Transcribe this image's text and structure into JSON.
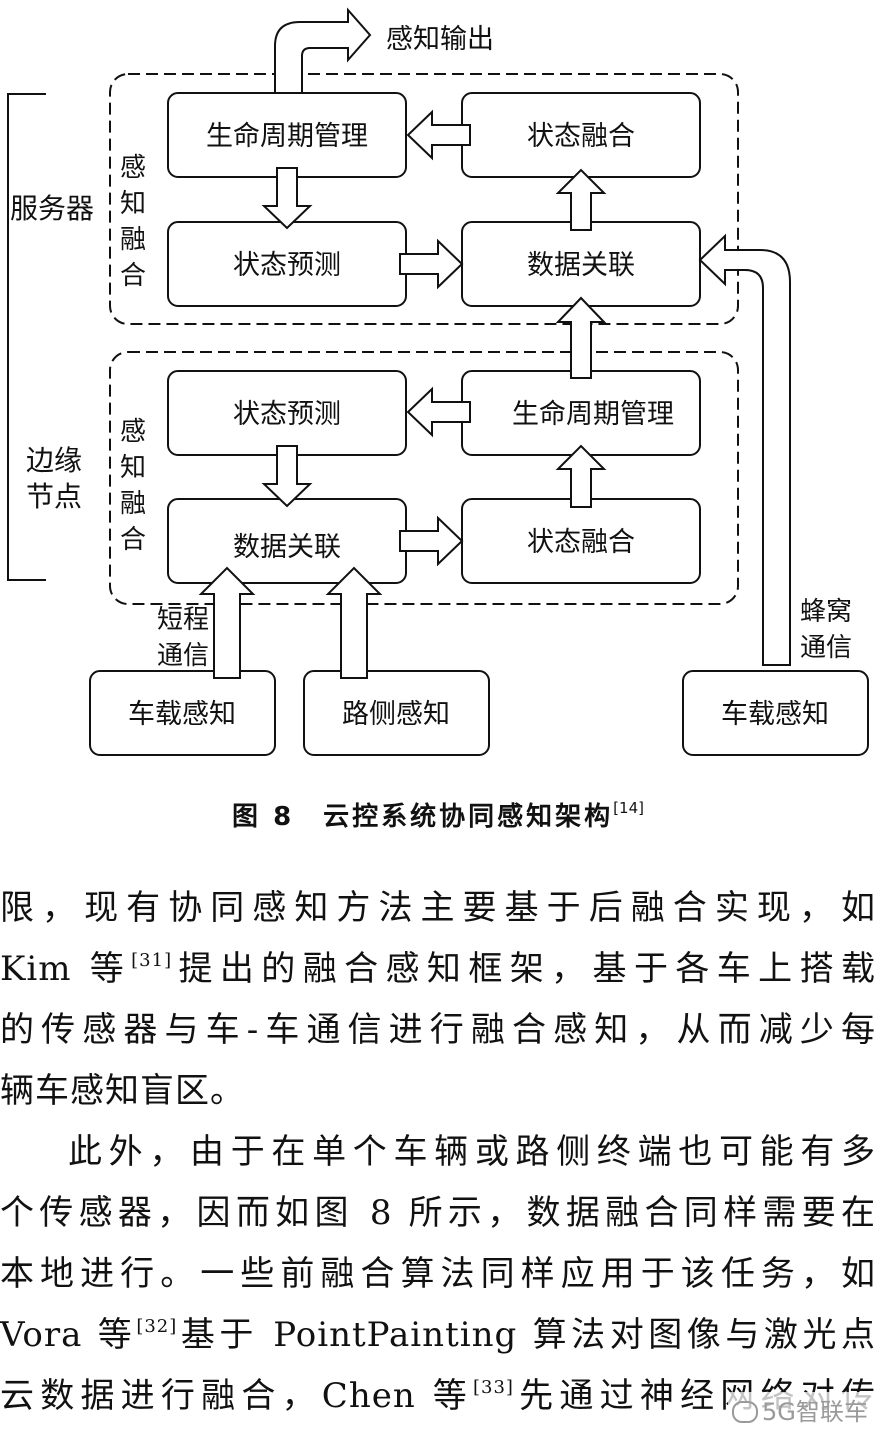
{
  "diagram": {
    "output_label": "感知输出",
    "server_label": "服务器",
    "edge_label": "边缘节点",
    "group_label": "感知融合",
    "server": {
      "lifecycle": "生命周期管理",
      "state_fusion": "状态融合",
      "state_predict": "状态预测",
      "data_assoc": "数据关联"
    },
    "edge": {
      "state_predict": "状态预测",
      "lifecycle": "生命周期管理",
      "data_assoc": "数据关联",
      "state_fusion": "状态融合"
    },
    "short_comm": "短程通信",
    "cellular_comm": "蜂窝通信",
    "vehicle_sense_1": "车载感知",
    "road_sense": "路侧感知",
    "vehicle_sense_2": "车载感知"
  },
  "caption": {
    "text": "图 8　云控系统协同感知架构",
    "ref": "[14]"
  },
  "paragraphs": [
    {
      "lines": [
        {
          "text": "限，现有协同感知方法主要基于后融合实现，如"
        },
        {
          "text": "Kim 等",
          "ref": "[31]",
          "after": "提出的融合感知框架，基于各车上搭载"
        },
        {
          "text": "的传感器与车-车通信进行融合感知，从而减少每"
        },
        {
          "text": "辆车感知盲区。"
        }
      ]
    },
    {
      "lines": [
        {
          "text": "此外，由于在单个车辆或路侧终端也可能有多"
        },
        {
          "text": "个传感器，因而如图 8 所示，数据融合同样需要在"
        },
        {
          "text": "本地进行。一些前融合算法同样应用于该任务，如"
        },
        {
          "text": "Vora 等",
          "ref": "[32]",
          "after": "基于 PointPainting 算法对图像与激光点"
        },
        {
          "text": "云数据进行融合，Chen 等",
          "ref": "[33]",
          "after": "先通过神经网络对传"
        }
      ]
    }
  ],
  "watermark": "5G智联车"
}
